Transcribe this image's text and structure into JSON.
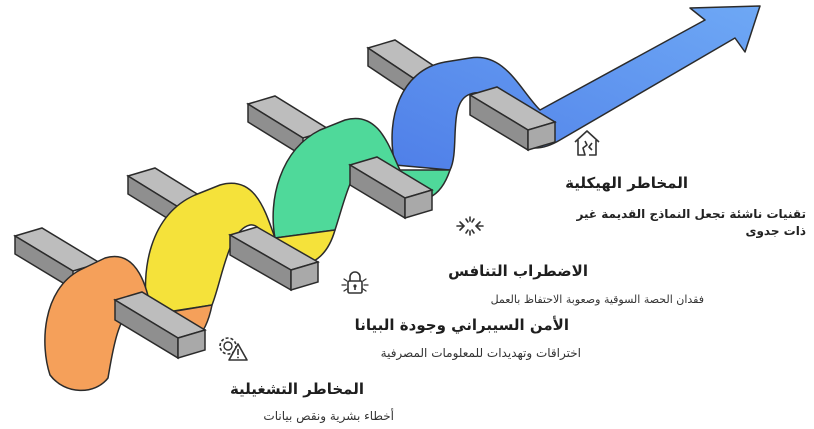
{
  "colors": {
    "orange": "#F5A05A",
    "yellow": "#F5E23A",
    "green": "#4FD99A",
    "blue": "#5B8FEF",
    "block": "#9A9A9A",
    "text": "#1E1E1E"
  },
  "stages": [
    {
      "icon": "gear-warning-icon",
      "title": "المخاطر التشغيلية",
      "description": "أخطاء بشرية ونقص بيانات"
    },
    {
      "icon": "padlock-icon",
      "title": "الأمن السيبراني وجودة البيانا",
      "description": "اختراقات وتهديدات للمعلومات المصرفية"
    },
    {
      "icon": "collision-icon",
      "title": "الاضطراب التنافس",
      "description": "فقدان الحصة السوقية وصعوبة الاحتفاظ بالعمل"
    },
    {
      "icon": "broken-house-icon",
      "title": "المخاطر الهيكلية",
      "description": "تقنيات ناشئة تجعل النماذج القديمة غير ذات جدوى"
    }
  ]
}
